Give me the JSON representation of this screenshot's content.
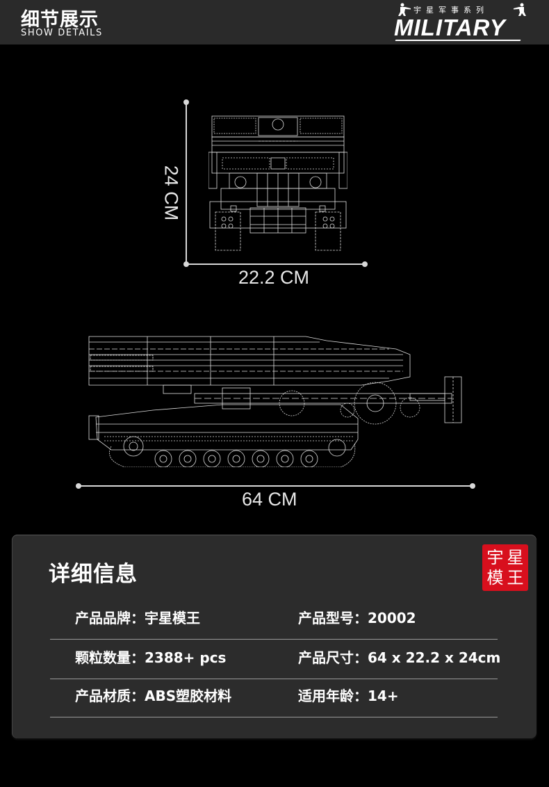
{
  "header": {
    "title_zh": "细节展示",
    "title_en": "SHOW DETAILS",
    "logo": {
      "series_zh": "宇星军事系列",
      "wordmark": "MILITARY",
      "icon": "soldier-silhouette-icon"
    }
  },
  "diagrams": {
    "front_view": {
      "height_label": "24 CM",
      "width_label": "22.2 CM"
    },
    "side_view": {
      "length_label": "64 CM"
    }
  },
  "details_panel": {
    "title": "详细信息",
    "badge": [
      "宇",
      "星",
      "模",
      "王"
    ],
    "badge_color": "#d80f1d",
    "rows": [
      {
        "left": {
          "label": "产品品牌：",
          "value": "宇星模王"
        },
        "right": {
          "label": "产品型号：",
          "value": "20002"
        }
      },
      {
        "left": {
          "label": "颗粒数量：",
          "value": "2388+ pcs"
        },
        "right": {
          "label": "产品尺寸：",
          "value": "64 x 22.2 x 24cm"
        }
      },
      {
        "left": {
          "label": "产品材质：",
          "value": "ABS塑胶材料"
        },
        "right": {
          "label": "适用年龄：",
          "value": "14+"
        }
      }
    ]
  },
  "colors": {
    "background": "#000000",
    "header_bg": "#2a2a2a",
    "panel_bg": "#2c2c2c",
    "line": "#d8d8d8"
  }
}
